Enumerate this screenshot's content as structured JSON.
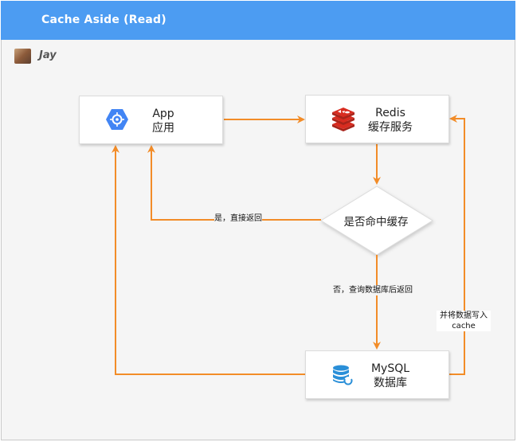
{
  "header": {
    "title": "Cache Aside (Read)"
  },
  "user": {
    "name": "Jay"
  },
  "nodes": {
    "app": {
      "line1": "App",
      "line2": "应用"
    },
    "redis": {
      "line1": "Redis",
      "line2": "缓存服务"
    },
    "decision": {
      "label": "是否命中缓存"
    },
    "mysql": {
      "line1": "MySQL",
      "line2": "数据库"
    }
  },
  "edges": {
    "hit": "是，直接返回",
    "miss": "否，查询数据库后返回",
    "write_line1": "并将数据写入",
    "write_line2": "cache"
  },
  "colors": {
    "header": "#4c9cf2",
    "arrow": "#f28c28",
    "gcp_blue": "#4285f4",
    "redis_red": "#d82c20",
    "db_blue": "#2a8fd8"
  },
  "icons": {
    "app": "gcp-hexagon-icon",
    "redis": "redis-icon",
    "mysql": "database-icon"
  }
}
